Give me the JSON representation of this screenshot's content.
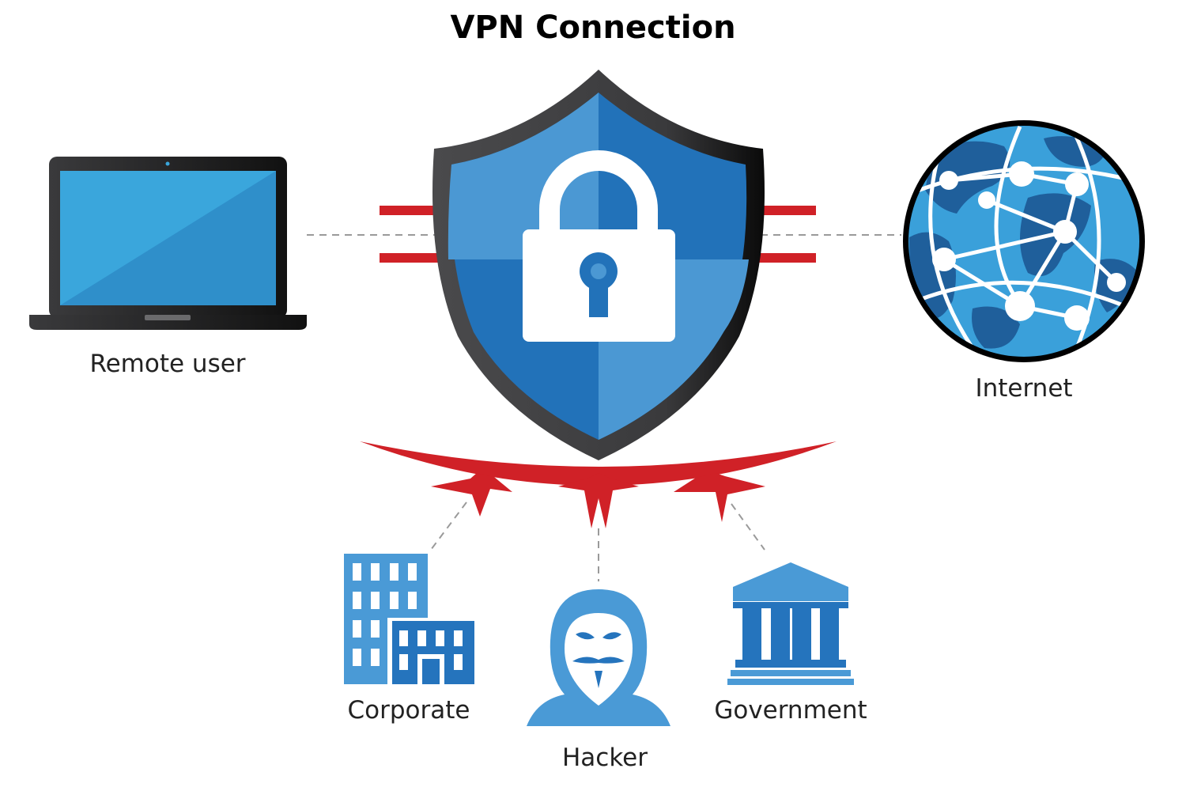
{
  "title": "VPN Connection",
  "nodes": {
    "remote_user": {
      "label": "Remote user",
      "icon": "laptop-icon"
    },
    "internet": {
      "label": "Internet",
      "icon": "globe-network-icon"
    },
    "vpn": {
      "icon": "shield-lock-icon"
    },
    "corporate": {
      "label": "Corporate",
      "icon": "office-building-icon"
    },
    "hacker": {
      "label": "Hacker",
      "icon": "hooded-hacker-icon"
    },
    "government": {
      "label": "Government",
      "icon": "government-building-icon"
    }
  },
  "colors": {
    "shield_blue_dark": "#2272b9",
    "shield_blue_light": "#4b98d3",
    "shield_frame": "#3d3d3f",
    "threat_red": "#d02127",
    "icon_blue": "#4a9ad6",
    "icon_blue_dark": "#2574bd",
    "connector_gray": "#9a9a9a"
  }
}
